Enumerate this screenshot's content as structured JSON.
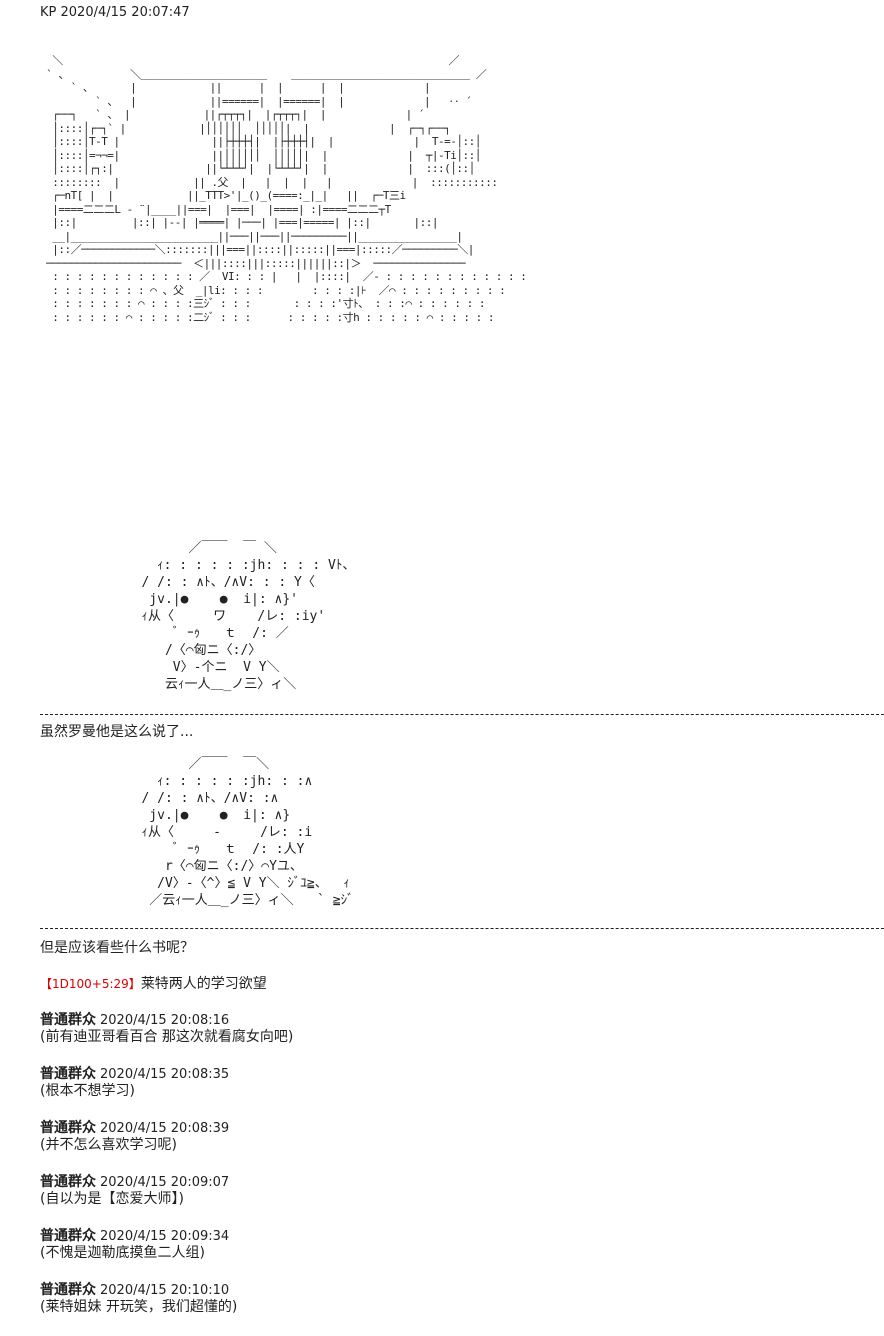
{
  "post": {
    "author": "KP",
    "timestamp": "2020/4/15 20:07:47"
  },
  "art": {
    "building": "  ＼                                                               ／\n ` 、          ＼＿＿＿＿＿＿＿＿＿＿＿＿    ＿＿＿＿＿＿＿＿＿＿＿＿＿＿＿＿＿ ／\n     ` 、      |            ||      |  |      |  |             |\n         ` 、  |            ||======|  |======|  |             |   ‥ ´\n  ┌──┐   ` 、 |            ||┌┬┬┬┐|  |┌┬┬┬┐|  |             | ´\n  │::::│┌─┐` |            |││││││  │││││|  |             |  ┌─┐┌──┐\n  │::::│T‐T |               ||├┼┼┼┤|  |├┼┼┼┤|  |             |  T‐=-│::│\n  │::::│=¬¬=|               ||││││││  │││││|  |             |  ┬|‐Ti│::│\n  │::::│┌┐:|               ||└┴┴┴┘|  |└┴┴┴┘|  |             |  :::(│::│\n  ::::::::  |            || .父  |   |  |  |   |             |  :::::::::::\n  ┌─nT[ |  |            ||_TTT>'|_()_(====:_|_|   ||  ┌─T三i\n  |====二二二L - ¨|____||===|  |===|  |====| :|====二二二┬T\n  |::|         |::| |‐‐| |════| |───| |===|=====| |::|       |::|\n  __|________________________||───||───||─────────||________________|\n  |::／────────────＼:::::::|||===||::::||:::::||===|:::::／─────────＼|\n ──────────────────────  ＜|||::::|||:::::||||||::|＞  ───────────────\n  : : : : : : : : : : : : ／  VI: : : |   |  |::::|  ／‐ : : : : : : : : : : : :\n  : : : : : : : : ⌒ 、父  _|li: : : :        : : : :|⊦  ／⌒ : : : : : : : : :\n  : : : : : : : ⌒ : : : :三ｼﾞ : : :       : : : :'寸ﾄ、 : : :⌒ : : : : : :\n  : : : : : : ⌒ : : : : :二ｼﾞ : : :      : : : : :寸h : : : : : ⌒ : : : : :",
    "face_1": "         ／￣￣  ￣ ＼\n     ｨ: : : : : :jh: : : : Vﾄ、\n   / /: : ∧ﾄ、/∧V: : : Y〈\n    jv.|●    ●  i|: ∧}'\n   ｨ从〈     ワ    /レ: :iy'\n       ﾞ ｰｩ   ｔ  /: ／\n      /〈⌒匈ニ〈:/〉\n       V〉-个ニ  V Y＼\n      云ｨ一人＿_ノ三〉ィ＼",
    "face_2": "         ／￣￣  ￣＼\n     ｨ: : : : : :jh: : :∧\n   / /: : ∧ﾄ、/∧V: :∧\n    jv.|●    ●  i|: ∧}\n   ｨ从〈     -     /レ: :i\n       ﾞ ｰｩ   ｔ  /: :人Y\n      r〈⌒匈ニ〈:/〉⌒Yユ、\n     /V〉-〈^〉≦ V Y＼ ｼﾞﾕ≧、  ｨ\n    ／云ｨ一人＿_ノ三〉ィ＼   ` ≧ｼﾞ"
  },
  "narration": {
    "line_1": "虽然罗曼他是这么说了...",
    "line_2": "但是应该看些什么书呢？"
  },
  "dice_roll": {
    "open": "【",
    "formula": "1D100+5:29",
    "close": "】",
    "label": "莱特两人的学习欲望"
  },
  "comments": [
    {
      "author": "普通群众",
      "time": "2020/4/15 20:08:16",
      "text": "(前有迪亚哥看百合 那这次就看腐女向吧)"
    },
    {
      "author": "普通群众",
      "time": "2020/4/15 20:08:35",
      "text": "(根本不想学习)"
    },
    {
      "author": "普通群众",
      "time": "2020/4/15 20:08:39",
      "text": "(并不怎么喜欢学习呢)"
    },
    {
      "author": "普通群众",
      "time": "2020/4/15 20:09:07",
      "text": "(自以为是【恋爱大师】)"
    },
    {
      "author": "普通群众",
      "time": "2020/4/15 20:09:34",
      "text": "(不愧是迦勒底摸鱼二人组)"
    },
    {
      "author": "普通群众",
      "time": "2020/4/15 20:10:10",
      "text": "(莱特姐妹 开玩笑，我们超懂的)"
    }
  ],
  "colors": {
    "dice": "#dd0000",
    "text": "#222222"
  }
}
